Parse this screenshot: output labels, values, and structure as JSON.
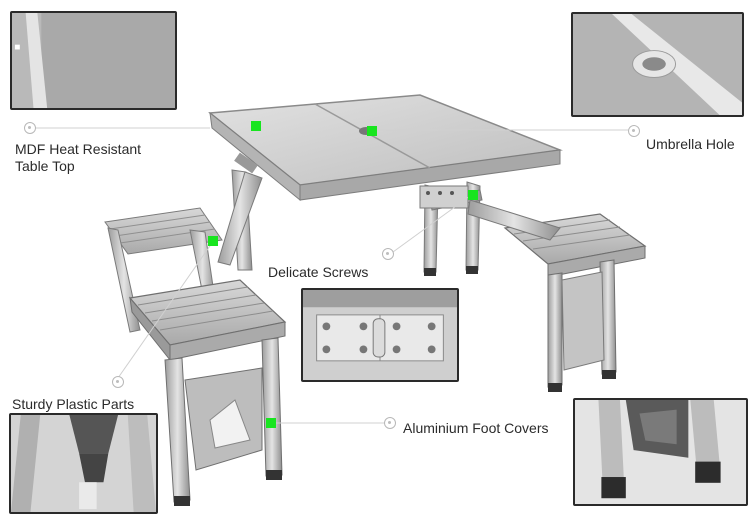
{
  "callouts": {
    "mdf_top": "MDF Heat Resistant",
    "mdf_top_line2": "Table Top",
    "umbrella_hole": "Umbrella Hole",
    "screws": "Delicate Screws",
    "plastic_parts": "Sturdy Plastic Parts",
    "foot_covers": "Aluminium Foot Covers"
  },
  "colors": {
    "marker": "#18e51f",
    "aluminium": "#c9c9c9",
    "frame": "#2a2a2a"
  }
}
